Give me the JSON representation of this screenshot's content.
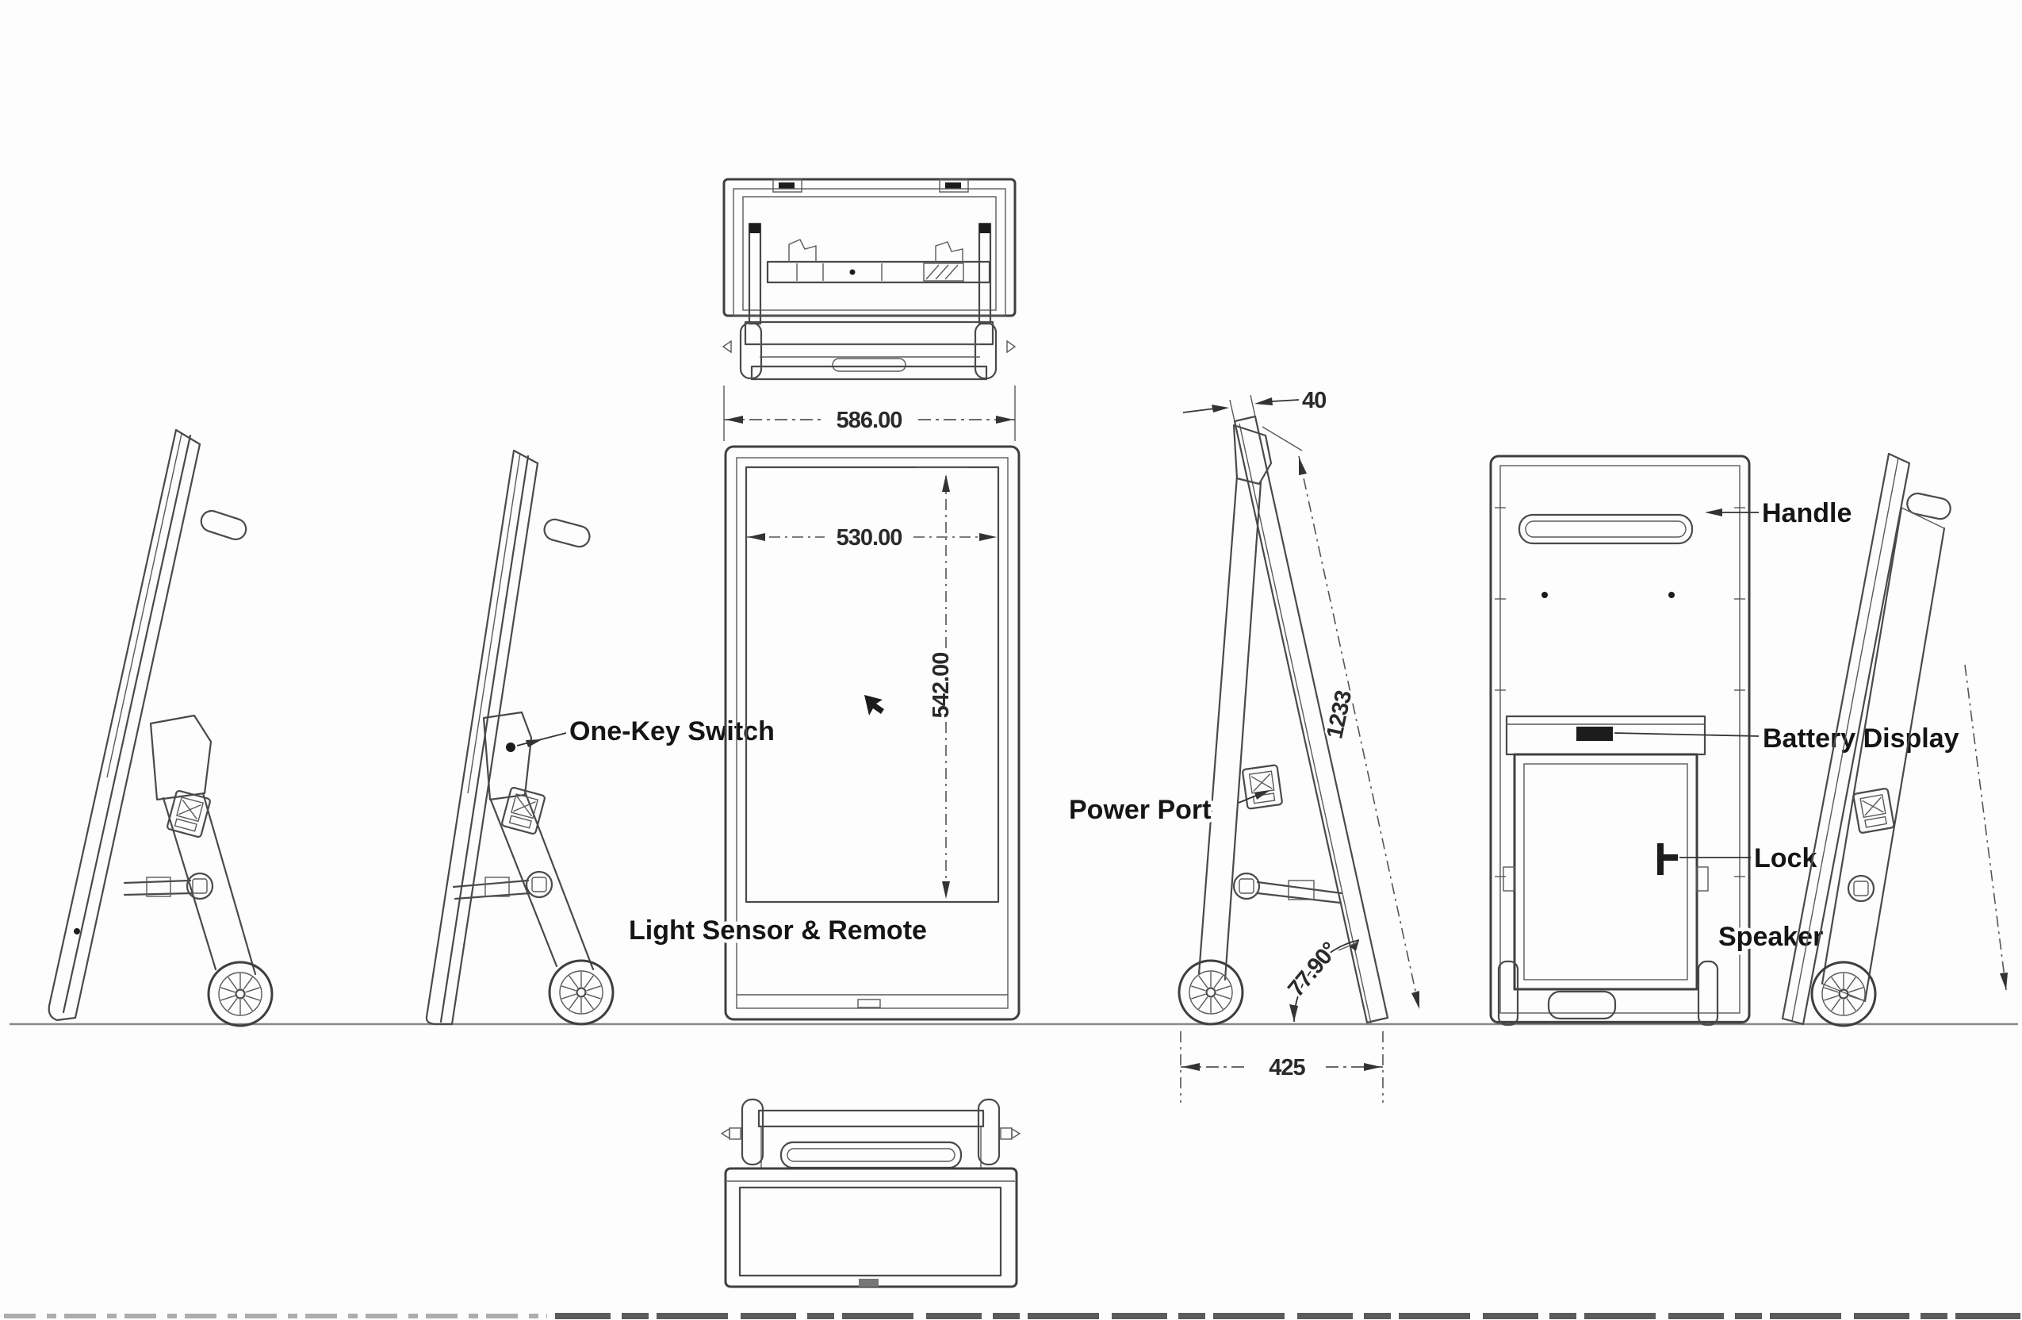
{
  "drawing": {
    "title": "portable-battery-signage-multiview-drawing",
    "background_color": "#fdfdfd",
    "line_color": "#4a4a4a",
    "label_color": "#151515",
    "labels": {
      "one_key_switch": "One-Key Switch",
      "light_sensor": "Light Sensor & Remote",
      "power_port": "Power Port",
      "handle": "Handle",
      "battery_display": "Battery Display",
      "lock": "Lock",
      "speaker": "Speaker"
    },
    "dimensions": {
      "top_width": "586.00",
      "screen_width": "530.00",
      "screen_height": "542.00",
      "panel_thickness": "40",
      "panel_length": "1233",
      "tilt_angle": "77.90°",
      "base_depth": "425"
    },
    "icons": {
      "wheel": "spoked-circle",
      "one_key_switch": "filled-dot",
      "lock": "t-bar-key",
      "cursor": "pointer-mark",
      "port_box": "connector-box",
      "knuckle": "round-hinge"
    }
  }
}
